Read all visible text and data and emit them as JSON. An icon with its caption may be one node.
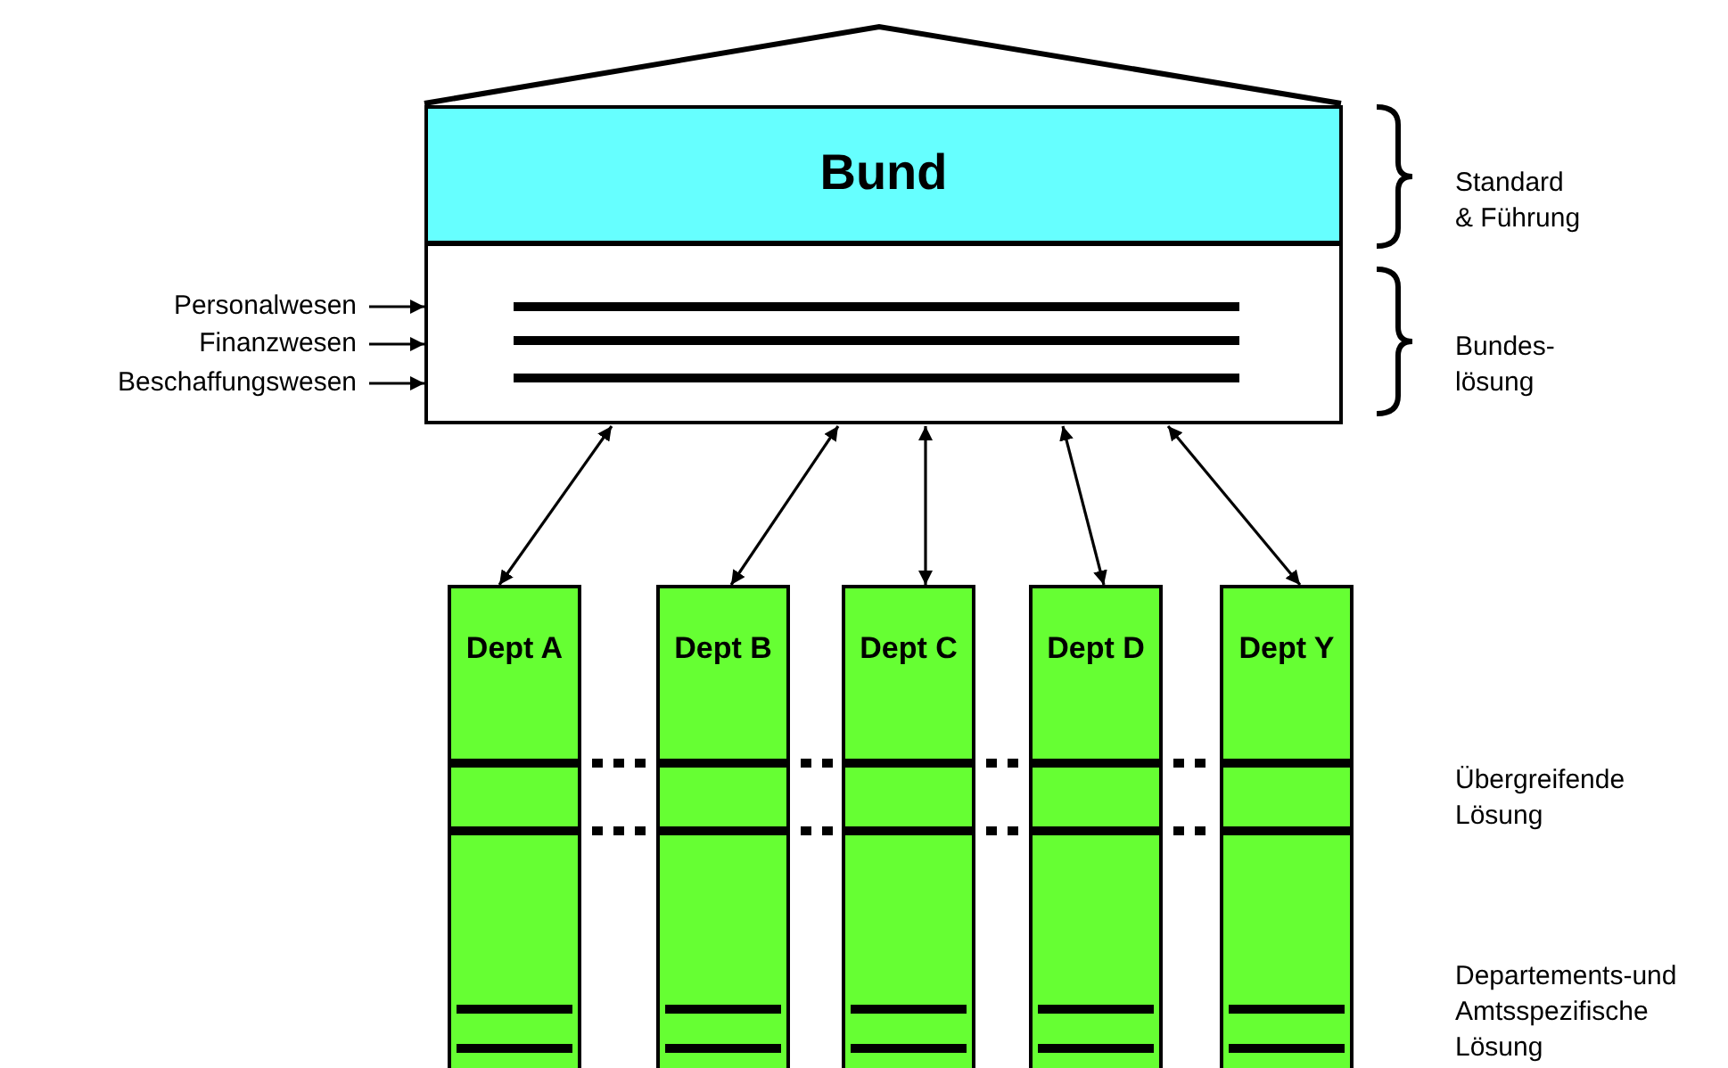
{
  "diagram": {
    "nodes": [
      {
        "text": [
          "Bund"
        ]
      },
      {
        "text": [],
        "shape": "box"
      },
      {
        "text": [
          "Personalwesen"
        ]
      },
      {
        "text": [
          "Finanzwesen"
        ]
      },
      {
        "text": [
          "Beschaffungswesen"
        ]
      },
      {
        "text": [
          "Dept A"
        ]
      },
      {
        "text": [
          "Dept B"
        ]
      },
      {
        "text": [
          "Dept C"
        ]
      },
      {
        "text": [
          "Dept D"
        ]
      },
      {
        "text": [
          "Dept Y"
        ]
      }
    ],
    "edges": [
      {
        "from": 2,
        "to": 1,
        "arrow": "to"
      },
      {
        "from": 3,
        "to": 1,
        "arrow": "to"
      },
      {
        "from": 4,
        "to": 1,
        "arrow": "to"
      },
      {
        "from": 1,
        "to": 5,
        "arrow": "both"
      },
      {
        "from": 1,
        "to": 6,
        "arrow": "both"
      },
      {
        "from": 1,
        "to": 7,
        "arrow": "both"
      },
      {
        "from": 1,
        "to": 8,
        "arrow": "both"
      },
      {
        "from": 1,
        "to": 9,
        "arrow": "both"
      }
    ],
    "labels": [
      "Standard & Führung",
      "Bundes- lösung",
      "Übergreifende Lösung",
      "Departements-und Amtsspezifische Lösung"
    ]
  }
}
